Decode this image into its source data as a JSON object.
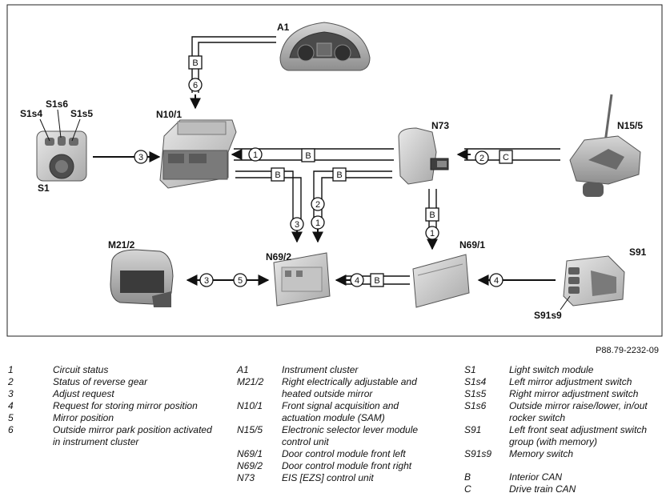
{
  "figure_code": "P88.79-2232-09",
  "components": {
    "A1": "A1",
    "N10_1": "N10/1",
    "N73": "N73",
    "N15_5": "N15/5",
    "S1s4": "S1s4",
    "S1s6": "S1s6",
    "S1s5": "S1s5",
    "S1": "S1",
    "M21_2": "M21/2",
    "N69_2": "N69/2",
    "N69_1": "N69/1",
    "S91": "S91",
    "S91s9": "S91s9"
  },
  "signals": [
    "1",
    "2",
    "3",
    "4",
    "5",
    "6"
  ],
  "buses": [
    "B",
    "C"
  ],
  "legend_signals": [
    {
      "key": "1",
      "text": "Circuit status"
    },
    {
      "key": "2",
      "text": "Status of reverse gear"
    },
    {
      "key": "3",
      "text": "Adjust request"
    },
    {
      "key": "4",
      "text": "Request for storing mirror position"
    },
    {
      "key": "5",
      "text": "Mirror position"
    },
    {
      "key": "6",
      "text": "Outside mirror park position activated in instrument cluster"
    }
  ],
  "legend_components_a": [
    {
      "key": "A1",
      "text": "Instrument cluster"
    },
    {
      "key": "M21/2",
      "text": "Right electrically adjustable and heated outside mirror"
    },
    {
      "key": "N10/1",
      "text": "Front signal acquisition and actuation module (SAM)"
    },
    {
      "key": "N15/5",
      "text": "Electronic selector lever module control unit"
    },
    {
      "key": "N69/1",
      "text": "Door control module front left"
    },
    {
      "key": "N69/2",
      "text": "Door control module front right"
    },
    {
      "key": "N73",
      "text": "EIS [EZS] control unit"
    }
  ],
  "legend_components_b": [
    {
      "key": "S1",
      "text": "Light switch module"
    },
    {
      "key": "S1s4",
      "text": "Left mirror adjustment switch"
    },
    {
      "key": "S1s5",
      "text": "Right mirror adjustment switch"
    },
    {
      "key": "S1s6",
      "text": "Outside mirror raise/lower, in/out rocker switch"
    },
    {
      "key": "S91",
      "text": "Left front seat adjustment switch group (with memory)"
    },
    {
      "key": "S91s9",
      "text": "Memory switch"
    }
  ],
  "legend_buses": [
    {
      "key": "B",
      "text": "Interior CAN"
    },
    {
      "key": "C",
      "text": "Drive train CAN"
    }
  ]
}
